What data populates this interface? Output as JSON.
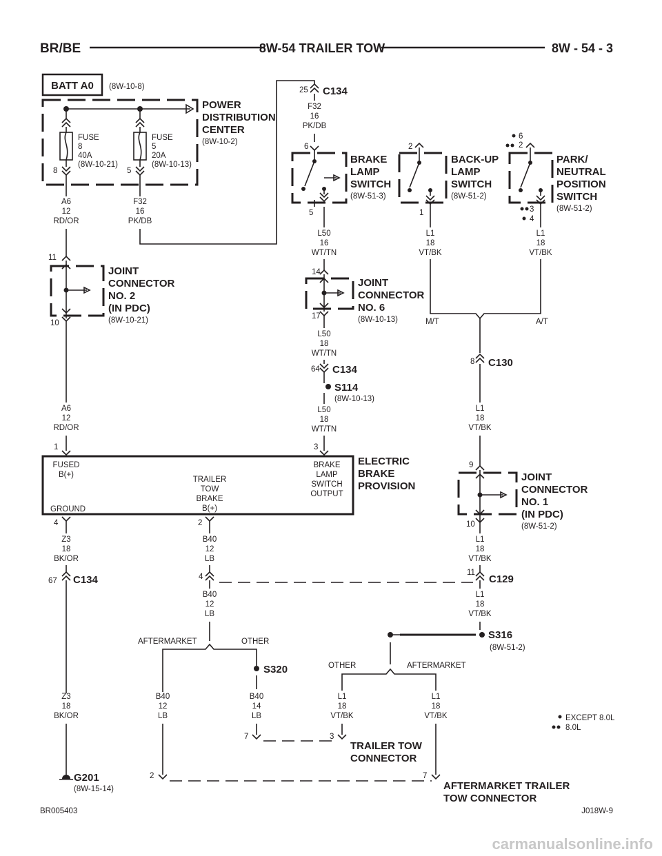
{
  "header": {
    "left": "BR/BE",
    "center": "8W-54 TRAILER TOW",
    "right": "8W - 54 - 3"
  },
  "batt": {
    "label": "BATT A0",
    "ref": "(8W-10-8)"
  },
  "pdc": {
    "title": [
      "POWER",
      "DISTRIBUTION",
      "CENTER"
    ],
    "ref": "(8W-10-2)",
    "fuse8": {
      "lines": [
        "FUSE",
        "8",
        "40A",
        "(8W-10-21)"
      ],
      "pin": "8"
    },
    "fuse5": {
      "lines": [
        "FUSE",
        "5",
        "20A",
        "(8W-10-13)"
      ],
      "pin": "5"
    }
  },
  "wires": {
    "a6_top": [
      "A6",
      "12",
      "RD/OR"
    ],
    "f32_low": [
      "F32",
      "16",
      "PK/DB"
    ],
    "f32_top": [
      "F32",
      "16",
      "PK/DB"
    ],
    "l50_a": [
      "L50",
      "16",
      "WT/TN"
    ],
    "l50_b": [
      "L50",
      "18",
      "WT/TN"
    ],
    "l50_c": [
      "L50",
      "18",
      "WT/TN"
    ],
    "l1_backup": [
      "L1",
      "18",
      "VT/BK"
    ],
    "l1_park": [
      "L1",
      "18",
      "VT/BK"
    ],
    "l1_c130": [
      "L1",
      "18",
      "VT/BK"
    ],
    "a6_low": [
      "A6",
      "12",
      "RD/OR"
    ],
    "l1_jc1": [
      "L1",
      "18",
      "VT/BK"
    ],
    "l1_c129": [
      "L1",
      "18",
      "VT/BK"
    ],
    "z3_a": [
      "Z3",
      "18",
      "BK/OR"
    ],
    "b40_a": [
      "B40",
      "12",
      "LB"
    ],
    "b40_b": [
      "B40",
      "12",
      "LB"
    ],
    "b40_c": [
      "B40",
      "12",
      "LB"
    ],
    "b40_d": [
      "B40",
      "14",
      "LB"
    ],
    "l1_other": [
      "L1",
      "18",
      "VT/BK"
    ],
    "l1_after": [
      "L1",
      "18",
      "VT/BK"
    ],
    "z3_b": [
      "Z3",
      "18",
      "BK/OR"
    ]
  },
  "connectors": {
    "c134_top": {
      "name": "C134",
      "pin": "25"
    },
    "c134_mid": {
      "name": "C134",
      "pin": "64"
    },
    "c134_low": {
      "name": "C134",
      "pin": "67"
    },
    "c130": {
      "name": "C130",
      "pin": "8"
    },
    "c129": {
      "name": "C129",
      "pin_left": "4",
      "pin_right": "11"
    }
  },
  "splices": {
    "s114": {
      "name": "S114",
      "ref": "(8W-10-13)"
    },
    "s316": {
      "name": "S316",
      "ref": "(8W-51-2)"
    },
    "s320": {
      "name": "S320"
    }
  },
  "jc2": {
    "title": [
      "JOINT",
      "CONNECTOR",
      "NO. 2",
      "(IN PDC)"
    ],
    "ref": "(8W-10-21)",
    "pin_top": "11",
    "pin_bottom": "10"
  },
  "jc6": {
    "title": [
      "JOINT",
      "CONNECTOR",
      "NO. 6"
    ],
    "ref": "(8W-10-13)",
    "pin_top": "14",
    "pin_bottom": "17"
  },
  "jc1": {
    "title": [
      "JOINT",
      "CONNECTOR",
      "NO. 1",
      "(IN PDC)"
    ],
    "ref": "(8W-51-2)",
    "pin_top": "9",
    "pin_bottom": "10"
  },
  "brake_switch": {
    "title": [
      "BRAKE",
      "LAMP",
      "SWITCH"
    ],
    "ref": "(8W-51-3)",
    "pin_top": "6",
    "pin_bottom": "5"
  },
  "backup_switch": {
    "title": [
      "BACK-UP",
      "LAMP",
      "SWITCH"
    ],
    "ref": "(8W-51-2)",
    "pin_top": "2",
    "pin_bottom": "1"
  },
  "park_switch": {
    "title": [
      "PARK/",
      "NEUTRAL",
      "POSITION",
      "SWITCH"
    ],
    "ref": "(8W-51-2)",
    "pin_top_a": "6",
    "pin_top_b": "2",
    "pin_bot_a": "3",
    "pin_bot_b": "4"
  },
  "transmission": {
    "manual": "M/T",
    "auto": "A/T"
  },
  "ebp": {
    "title": [
      "ELECTRIC",
      "BRAKE",
      "PROVISION"
    ],
    "fused": [
      "FUSED",
      "B(+)"
    ],
    "ground": "GROUND",
    "trailer": [
      "TRAILER",
      "TOW",
      "BRAKE",
      "B(+)"
    ],
    "brake_out": [
      "BRAKE",
      "LAMP",
      "SWITCH",
      "OUTPUT"
    ],
    "pin_fused": "1",
    "pin_brake": "3",
    "pin_ground": "4",
    "pin_trailer": "2"
  },
  "branches": {
    "aftermarket_left": "AFTERMARKET",
    "other_left": "OTHER",
    "other_right": "OTHER",
    "aftermarket_right": "AFTERMARKET"
  },
  "ground_g201": {
    "name": "G201",
    "ref": "(8W-15-14)"
  },
  "trailer_connector": {
    "title": [
      "TRAILER TOW",
      "CONNECTOR"
    ],
    "pin_left": "7",
    "pin_right": "3"
  },
  "aftermarket_connector": {
    "title": [
      "AFTERMARKET TRAILER",
      "TOW CONNECTOR"
    ],
    "pin_left": "2",
    "pin_right": "7"
  },
  "legend": {
    "single": "EXCEPT 8.0L",
    "double": "8.0L"
  },
  "footer": {
    "left": "BR005403",
    "right": "J018W-9"
  },
  "watermark": "carmanualsonline.info"
}
